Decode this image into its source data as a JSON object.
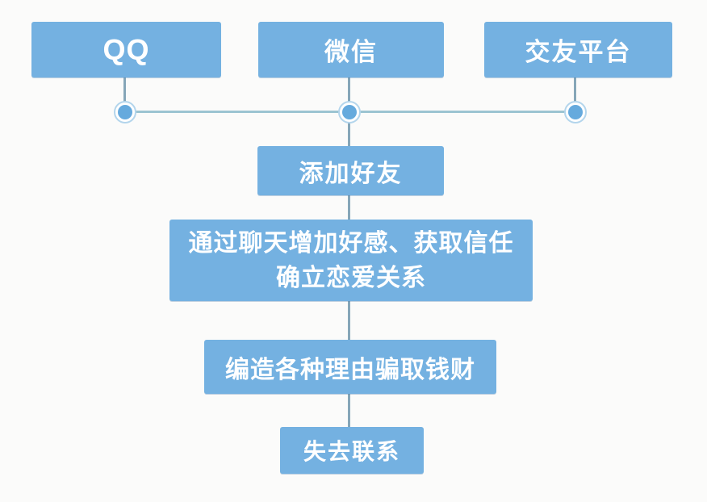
{
  "diagram": {
    "title": "romance-scam-flowchart",
    "background": "#fbfbfa",
    "palette": {
      "box_fill": "#74b1e1",
      "box_text": "#ffffff",
      "connector_vertical": "#86a6b8",
      "connector_horizontal": "#9cc4d2",
      "junction_dot": "#66aadd",
      "junction_ring": "#b3d5ec"
    },
    "sources": [
      {
        "label": "QQ"
      },
      {
        "label": "微信"
      },
      {
        "label": "交友平台"
      }
    ],
    "steps": {
      "add_friend": {
        "label": "添加好友"
      },
      "build_trust": {
        "line1": "通过聊天增加好感、获取信任",
        "line2": "确立恋爱关系"
      },
      "defraud": {
        "label": "编造各种理由骗取钱财"
      },
      "lose_contact": {
        "label": "失去联系"
      }
    }
  }
}
